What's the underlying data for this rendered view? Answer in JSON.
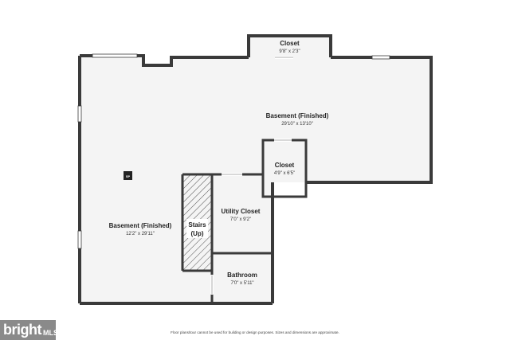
{
  "rooms": [
    {
      "id": "closet-top",
      "name": "Closet",
      "dims": "9'8\" x 2'3\""
    },
    {
      "id": "basement-right",
      "name": "Basement (Finished)",
      "dims": "29'10\" x 13'10\""
    },
    {
      "id": "closet-mid",
      "name": "Closet",
      "dims": "4'9\" x 6'5\""
    },
    {
      "id": "basement-left",
      "name": "Basement (Finished)",
      "dims": "12'2\" x 29'11\""
    },
    {
      "id": "stairs",
      "name": "Stairs",
      "name2": "(Up)"
    },
    {
      "id": "utility",
      "name": "Utility Closet",
      "dims": "7'0\" x 9'2\""
    },
    {
      "id": "bathroom",
      "name": "Bathroom",
      "dims": "7'0\" x 5'11\""
    }
  ],
  "panel_label": "SP",
  "disclaimer": "Floor plans/tour cannot be used for building or design purposes. Sizes and dimensions are approximate.",
  "logo": {
    "brand": "bright",
    "suffix": "MLS"
  },
  "colors": {
    "wall": "#3a3a3a",
    "floor": "#f4f4f4",
    "logo_bg": "#8a8a8a"
  }
}
